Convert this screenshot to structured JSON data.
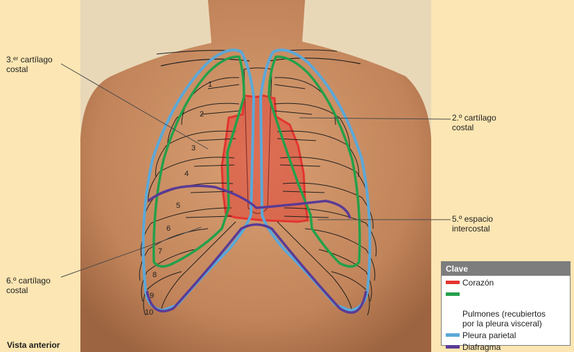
{
  "labels": {
    "cart3": "3.ᵉʳ cartílago\ncostal",
    "cart2": "2.º cartílago\ncostal",
    "space5": "5.º espacio\nintercostal",
    "cart6": "6.º cartílago\ncostal",
    "view": "Vista anterior"
  },
  "rib_numbers": [
    "1",
    "2",
    "3",
    "4",
    "5",
    "6",
    "7",
    "8",
    "9",
    "10"
  ],
  "legend": {
    "title": "Clave",
    "items": [
      {
        "label": "Corazón",
        "color": "#e3342f"
      },
      {
        "label": "Pulmones (recubiertos\npor la pleura visceral)",
        "color": "#23a04a"
      },
      {
        "label": "Pleura parietal",
        "color": "#5ba8d8"
      },
      {
        "label": "Diafragma",
        "color": "#5a3b95"
      }
    ]
  },
  "colors": {
    "background": "#fce6b3",
    "skin": "#c98a5c",
    "heart": "#e3342f",
    "lungs": "#23a04a",
    "parietal_pleura": "#5ba8d8",
    "diaphragm": "#5a3b95"
  }
}
